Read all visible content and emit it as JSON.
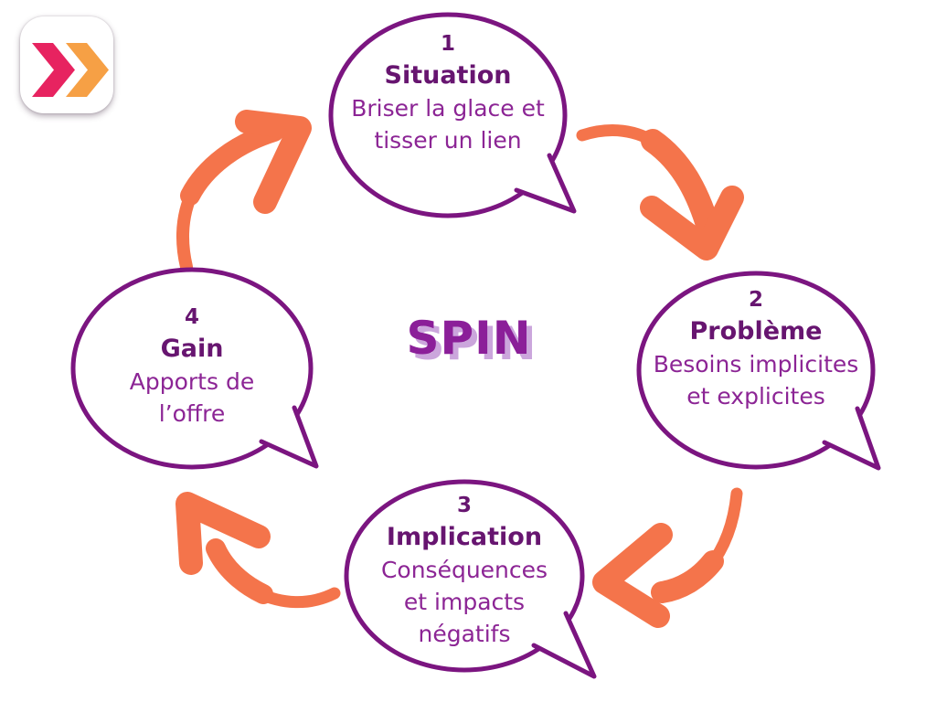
{
  "diagram": {
    "center_label": "SPIN",
    "steps": [
      {
        "number": "1",
        "title": "Situation",
        "description": "Briser la glace et\ntisser un lien"
      },
      {
        "number": "2",
        "title": "Problème",
        "description": "Besoins implicites\net explicites"
      },
      {
        "number": "3",
        "title": "Implication",
        "description": "Conséquences\net impacts\nnégatifs"
      },
      {
        "number": "4",
        "title": "Gain",
        "description": "Apports de\nl’offre"
      }
    ],
    "arrows": [
      "arrow-step1-to-step2",
      "arrow-step2-to-step3",
      "arrow-step3-to-step4",
      "arrow-step4-to-step1"
    ]
  },
  "logo": {
    "icon": "double-chevron-icon"
  },
  "colors": {
    "background": "#FFFFFF",
    "bubble-stroke": "#7B1580",
    "heading": "#671570",
    "body-text": "#8C2595",
    "arrow": "#F4744B",
    "spin": "#8B1F99",
    "spin-shadow": "#CBA6DC",
    "logo-pink": "#E72360",
    "logo-orange": "#F6A045"
  }
}
